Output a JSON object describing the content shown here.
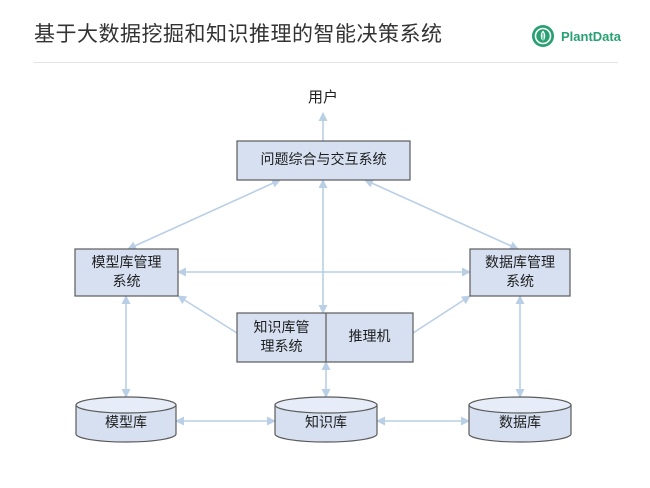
{
  "header": {
    "title": "基于大数据挖掘和知识推理的智能决策系统",
    "logo_text": "PlantData",
    "brand_color": "#27a172"
  },
  "diagram": {
    "nodes": {
      "user": "用户",
      "qa_system": "问题综合与交互系统",
      "model_mgmt": "模型库管理\n系统",
      "data_mgmt": "数据库管理\n系统",
      "kb_mgmt": "知识库管\n理系统",
      "inference": "推理机",
      "model_db": "模型库",
      "kb_db": "知识库",
      "data_db": "数据库"
    },
    "colors": {
      "box_fill": "#d6e0f1",
      "box_border": "#5a5a5a",
      "arrow": "#b9cfe6"
    }
  }
}
